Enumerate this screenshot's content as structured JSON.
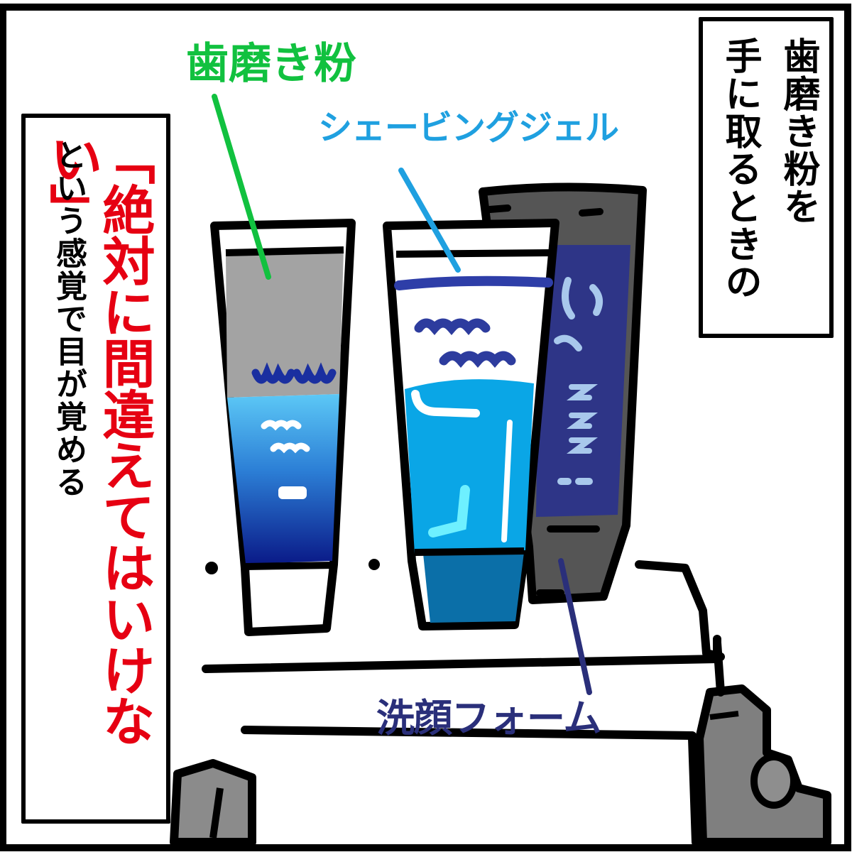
{
  "labels": {
    "toothpaste": "歯磨き粉",
    "shaving_gel": "シェービングジェル",
    "face_wash": "洗顔フォーム"
  },
  "narration_right": {
    "line1": "歯磨き粉を",
    "line2": "手に取るときの"
  },
  "narration_left": {
    "emphasis": "「絶対に間違えてはいけない」",
    "line2": "という感覚で目が覚める"
  },
  "colors": {
    "toothpaste_label": "#11c13f",
    "shaving_label": "#1fa0e0",
    "facewash_label": "#2a2f7a",
    "emphasis": "#e60012",
    "frame": "#000000"
  }
}
